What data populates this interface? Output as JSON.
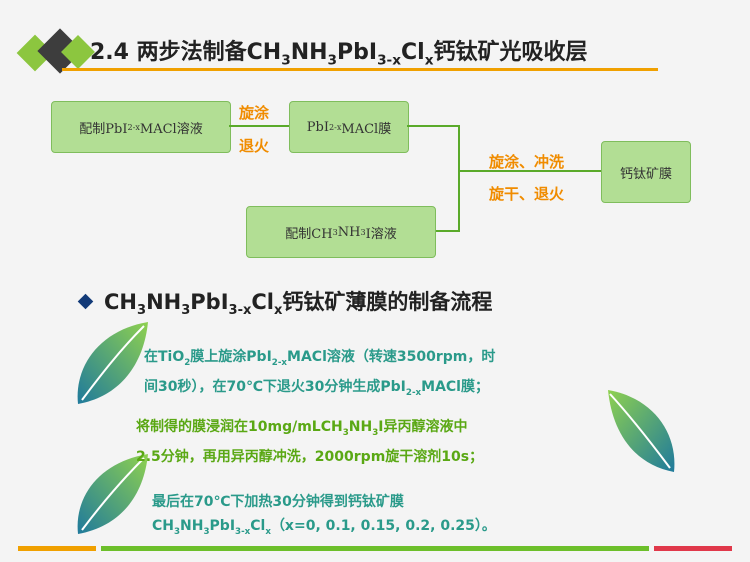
{
  "header": {
    "title_pre": "2.4 两步法制备CH",
    "title_s1": "3",
    "title_m1": "NH",
    "title_s2": "3",
    "title_m2": "PbI",
    "title_s3": "3-x",
    "title_m3": "Cl",
    "title_s4": "x",
    "title_post": "钙钛矿光吸收层"
  },
  "flow": {
    "box1_pre": "配制PbI",
    "box1_sub": "2-x",
    "box1_post": "MACl溶液",
    "label1_top": "旋涂",
    "label1_bottom": "退火",
    "box2_pre": "PbI",
    "box2_sub": "2-x",
    "box2_post": "MACl膜",
    "box3_pre": "配制CH",
    "box3_sub1": "3",
    "box3_mid": "NH",
    "box3_sub2": "3",
    "box3_post": "I溶液",
    "label2_top": "旋涂、冲洗",
    "label2_bottom": "旋干、退火",
    "box4": "钙钛矿膜"
  },
  "subtitle": {
    "pre": "CH",
    "s1": "3",
    "m1": "NH",
    "s2": "3",
    "m2": "PbI",
    "s3": "3-x",
    "m3": "Cl",
    "s4": "x",
    "post": "钙钛矿薄膜的制备流程"
  },
  "steps": {
    "step1_a": "在TiO",
    "step1_b": "2",
    "step1_c": "膜上旋涂PbI",
    "step1_d": "2-x",
    "step1_e": "MACl溶液（转速3500rpm，时",
    "step1_f": "间30秒），在70℃下退火30分钟生成PbI",
    "step1_g": "2-x",
    "step1_h": "MACl膜；",
    "step2_a": "将制得的膜浸润在10mg/mLCH",
    "step2_b": "3",
    "step2_c": "NH",
    "step2_d": "3",
    "step2_e": "I异丙醇溶液中",
    "step2_f": "2.5分钟，再用异丙醇冲洗，2000rpm旋干溶剂10s；",
    "step3_a": "最后在70℃下加热30分钟得到钙钛矿膜",
    "step3_b": "CH",
    "step3_c": "3",
    "step3_d": "NH",
    "step3_e": "3",
    "step3_f": "PbI",
    "step3_g": "3-x",
    "step3_h": "Cl",
    "step3_i": "x",
    "step3_j": "（x=0, 0.1, 0.15, 0.2, 0.25）。"
  },
  "colors": {
    "accent_orange": "#f0a000",
    "box_green": "#b2de94",
    "line_green": "#5aaa2a",
    "step_teal": "#2a9a8a",
    "step_green": "#5aa814",
    "bullet_navy": "#123a78"
  },
  "icons": [
    "leaf-icon",
    "diamond-bullet-icon",
    "corner-squares-icon"
  ]
}
